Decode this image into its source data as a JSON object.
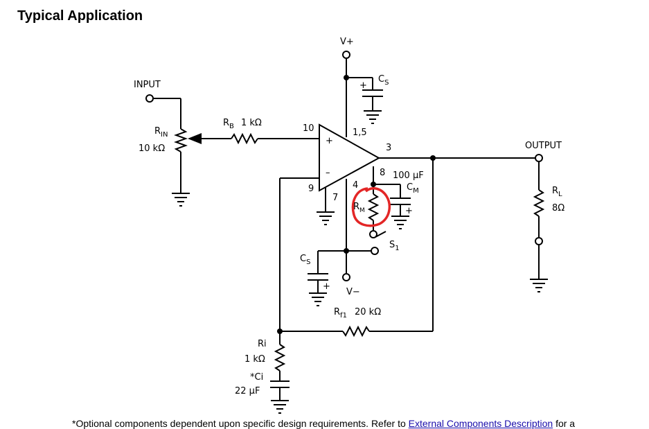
{
  "page": {
    "title": "Typical Application"
  },
  "diagram": {
    "labels": {
      "vplus": "V+",
      "vminus": "V−",
      "input": "INPUT",
      "output": "OUTPUT",
      "rin_name": "R",
      "rin_sub": "IN",
      "rin_value": "10 kΩ",
      "rb_name": "R",
      "rb_sub": "B",
      "rb_value": "1 kΩ",
      "cs_top_name": "C",
      "cs_top_sub": "S",
      "cs_bottom_name": "C",
      "cs_bottom_sub": "S",
      "cm_value": "100 μF",
      "cm_name": "C",
      "cm_sub": "M",
      "rm_name": "R",
      "rm_sub": "M",
      "s1_name": "S",
      "s1_sub": "1",
      "rl_name": "R",
      "rl_sub": "L",
      "rl_value": "8Ω",
      "rf1_name": "R",
      "rf1_sub": "f1",
      "rf1_value": "20 kΩ",
      "ri_name": "Ri",
      "ri_value": "1 kΩ",
      "ci_name": "*Ci",
      "ci_value": "22 μF",
      "plus": "+",
      "minus": "–"
    },
    "pins": {
      "p10": "10",
      "p15": "1,5",
      "p3": "3",
      "p8": "8",
      "p4": "4",
      "p9": "9",
      "p7": "7"
    },
    "annotation_color": "#e32626"
  },
  "footnote": {
    "text_before": "*Optional components dependent upon specific design requirements. Refer to ",
    "link": "External Components Description",
    "text_after": " for a"
  }
}
